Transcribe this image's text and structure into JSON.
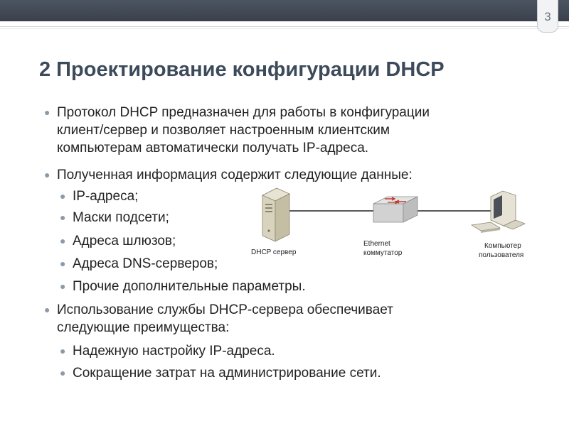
{
  "slide": {
    "page_number": "3",
    "title": "2 Проектирование конфигурации DHCP"
  },
  "bullets": [
    {
      "level": 1,
      "lines": [
        "Протокол DHCP предназначен для работы в конфигурации",
        "клиент/сервер и позволяет настроенным клиентским",
        "компьютерам автоматически получать IP-адреса."
      ]
    },
    {
      "level": 1,
      "lines": [
        "Полученная информация содержит следующие данные:"
      ]
    },
    {
      "level": 2,
      "lines": [
        "IP-адреса;"
      ]
    },
    {
      "level": 2,
      "lines": [
        "Маски подсети;"
      ]
    },
    {
      "level": 2,
      "lines": [
        "Адреса шлюзов;"
      ]
    },
    {
      "level": 2,
      "lines": [
        "Адреса DNS-серверов;"
      ]
    },
    {
      "level": 2,
      "lines": [
        "Прочие дополнительные параметры."
      ]
    },
    {
      "level": 1,
      "lines": [
        "Использование службы DHCP-сервера обеспечивает",
        "следующие преимущества:"
      ]
    },
    {
      "level": 2,
      "lines": [
        "Надежную настройку IP-адреса."
      ]
    },
    {
      "level": 2,
      "lines": [
        "Сокращение затрат на администрирование сети."
      ]
    }
  ],
  "diagram": {
    "server_label": "DHCP сервер",
    "switch_label_1": "Ethernet",
    "switch_label_2": "коммутатор",
    "pc_label_1": "Компьютер",
    "pc_label_2": "пользователя"
  },
  "colors": {
    "title": "#3d4a5a",
    "bullet_marker": "#8c9aa8",
    "top_bar": "#444c57"
  }
}
